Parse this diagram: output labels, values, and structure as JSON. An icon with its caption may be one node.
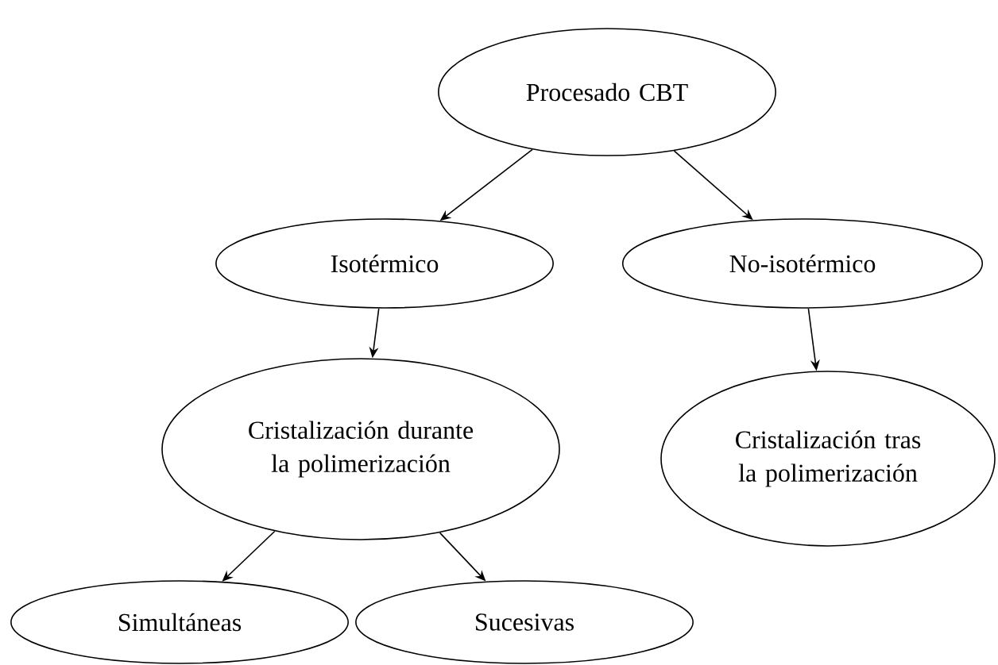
{
  "diagram": {
    "nodes": [
      {
        "text": [
          "Procesado CBT"
        ]
      },
      {
        "text": [
          "Isotérmico"
        ]
      },
      {
        "text": [
          "No-isotérmico"
        ]
      },
      {
        "text": [
          "Cristalización durante la polimerización"
        ]
      },
      {
        "text": [
          "Cristalización tras la polimerización"
        ]
      },
      {
        "text": [
          "Simultáneas"
        ]
      },
      {
        "text": [
          "Sucesivas"
        ]
      }
    ],
    "edges": [
      {
        "from": 0,
        "to": 1,
        "arrow": "to"
      },
      {
        "from": 0,
        "to": 2,
        "arrow": "to"
      },
      {
        "from": 1,
        "to": 3,
        "arrow": "to"
      },
      {
        "from": 2,
        "to": 4,
        "arrow": "to"
      },
      {
        "from": 3,
        "to": 5,
        "arrow": "to"
      },
      {
        "from": 3,
        "to": 6,
        "arrow": "to"
      }
    ]
  }
}
